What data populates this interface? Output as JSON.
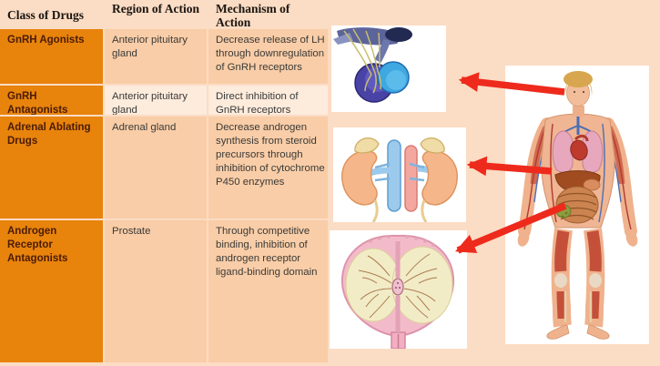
{
  "title": "Drug classes, regions and mechanisms of action with anatomical sites",
  "colors": {
    "page_bg": "#FBDCC4",
    "cell_peach": "#F9CDA7",
    "cell_light_peach": "#FDEBDC",
    "class_column_orange": "#E8830C",
    "class_text": "#4A1C05",
    "header_text": "#1A1510",
    "body_text": "#3A3A38",
    "arrow_red": "#EE2A1C",
    "figure_bg": "#FFFFFF"
  },
  "table": {
    "headers": [
      "Class of Drugs",
      "Region of Action",
      "Mechanism of Action"
    ],
    "rows": [
      {
        "drug_class": "GnRH Agonists",
        "region": "Anterior pituitary gland",
        "mechanism": "Decrease release of LH through downregulation of GnRH receptors"
      },
      {
        "drug_class": "GnRH Antagonists",
        "region": "Anterior pituitary gland",
        "mechanism": "Direct inhibition of GnRH receptors"
      },
      {
        "drug_class": "Adrenal Ablating Drugs",
        "region": "Adrenal gland",
        "mechanism": "Decrease androgen synthesis from steroid precursors through inhibition of cytochrome P450 enzymes"
      },
      {
        "drug_class": "Androgen Receptor Antagonists",
        "region": "Prostate",
        "mechanism": "Through competitive binding, inhibition of androgen receptor ligand-binding domain"
      }
    ]
  },
  "figures": [
    {
      "icon": "pituitary-gland-illustration"
    },
    {
      "icon": "kidneys-adrenal-glands-illustration"
    },
    {
      "icon": "prostate-illustration"
    },
    {
      "icon": "human-body-anatomy-illustration"
    }
  ],
  "arrows": [
    {
      "from": "body-head",
      "to": "pituitary-figure"
    },
    {
      "from": "body-abdomen",
      "to": "kidneys-figure"
    },
    {
      "from": "body-pelvis",
      "to": "prostate-figure"
    }
  ]
}
